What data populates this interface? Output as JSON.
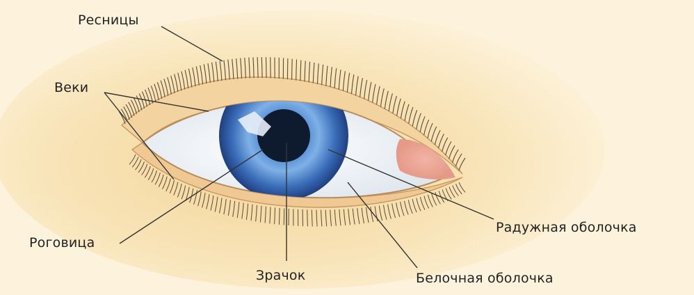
{
  "labels": {
    "eyelashes": "Ресницы",
    "eyelids": "Веки",
    "cornea": "Роговица",
    "pupil": "Зрачок",
    "sclera": "Белочная оболочка",
    "iris": "Радужная оболочка"
  },
  "colors": {
    "background": "#fdf3dc",
    "skin": "#f6dfae",
    "sclera": "#eef2f6",
    "iris": "#3b6db8",
    "pupil": "#0e1a2e",
    "leader_line": "#333333"
  }
}
